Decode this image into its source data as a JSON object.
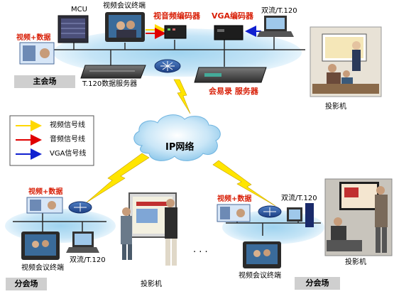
{
  "main_site": {
    "label": "主会场",
    "devices": {
      "mcu": "MCU",
      "video_terminal": "视频会议终端",
      "av_encoder": "视音频编码器",
      "vga_encoder": "VGA编码器",
      "dual_stream": "双流/T.120",
      "video_data": "视频+数据",
      "t120_server": "T.120数据服务器",
      "recording_server": "会易录 服务器"
    },
    "projector": "投影机"
  },
  "network": {
    "label": "IP网络"
  },
  "legend": {
    "items": [
      {
        "label": "视频信号线",
        "color": "#ffd800"
      },
      {
        "label": "音频信号线",
        "color": "#e00000"
      },
      {
        "label": "VGA信号线",
        "color": "#1020d0"
      }
    ]
  },
  "branch_left": {
    "label": "分会场",
    "video_data": "视频+数据",
    "video_terminal": "视频会议终端",
    "dual_stream": "双流/T.120",
    "projector": "投影机"
  },
  "branch_right": {
    "label": "分会场",
    "video_data": "视频+数据",
    "dual_stream": "双流/T.120",
    "video_terminal": "视频会议终端",
    "projector": "投影机"
  },
  "ellipsis": "· · ·"
}
